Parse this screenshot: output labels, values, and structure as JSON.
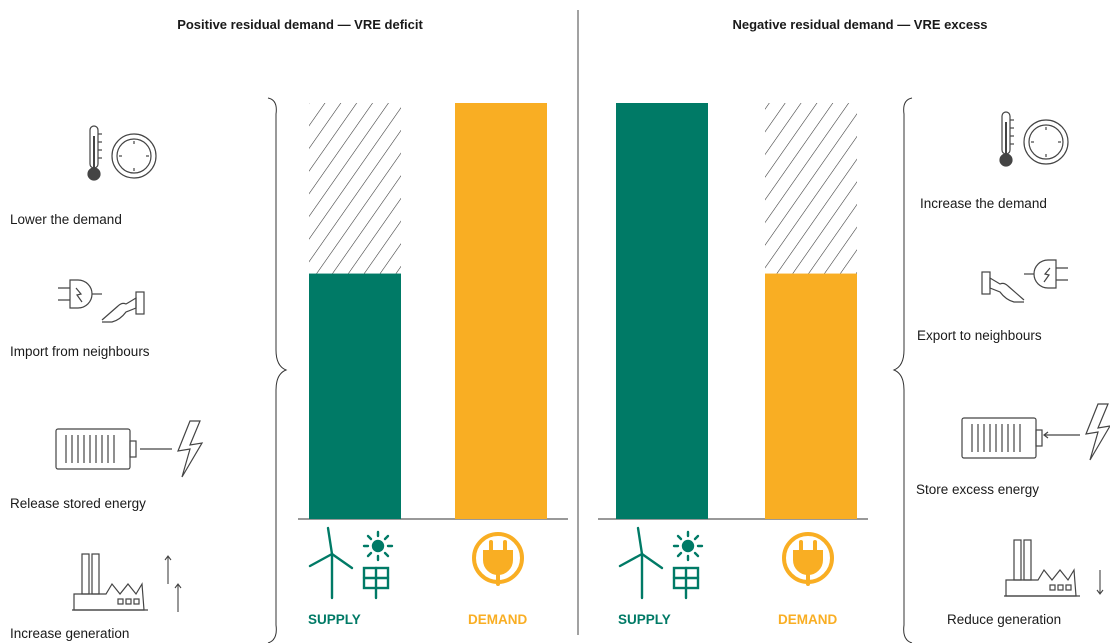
{
  "panels": {
    "left": {
      "title": "Positive residual demand — VRE deficit",
      "actions": [
        "Lower the demand",
        "Import from neighbours",
        "Release stored energy",
        "Increase generation"
      ],
      "bars": {
        "supply": 0.59,
        "demand": 1.0
      },
      "hatch_on": "supply"
    },
    "right": {
      "title": "Negative residual demand — VRE excess",
      "actions": [
        "Increase the demand",
        "Export to neighbours",
        "Store excess energy",
        "Reduce generation"
      ],
      "bars": {
        "supply": 1.0,
        "demand": 0.59
      },
      "hatch_on": "demand"
    }
  },
  "labels": {
    "supply": "SUPPLY",
    "demand": "DEMAND"
  },
  "colors": {
    "supply": "#007a66",
    "demand": "#f9ae23",
    "line": "#333333",
    "icon": "#444444"
  },
  "icons": [
    "thermometer-gauge-icon",
    "plug-hand-icon",
    "battery-lightning-icon",
    "factory-arrows-icon",
    "wind-solar-icon",
    "plug-circle-icon"
  ]
}
